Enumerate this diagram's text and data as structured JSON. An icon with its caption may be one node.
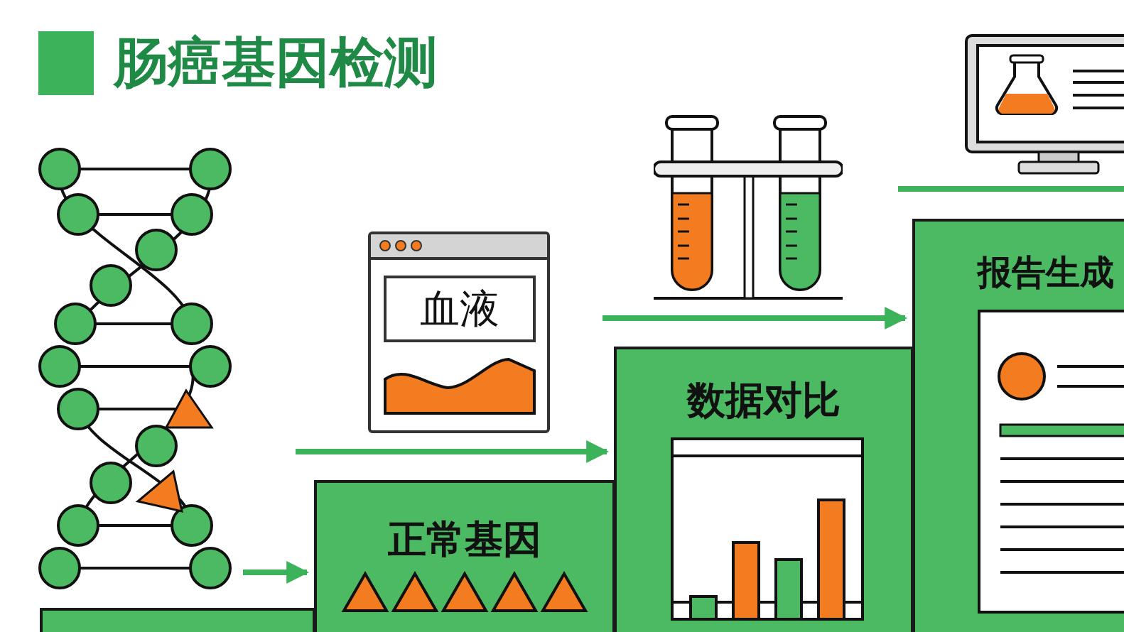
{
  "diagram": {
    "title": "肠癌基因检测",
    "nodes": [
      {
        "text": [],
        "shape": "picture"
      },
      {
        "text": [],
        "shape": "bar"
      },
      {
        "text": [
          "血液"
        ]
      },
      {
        "text": [
          "正常基因"
        ]
      },
      {
        "text": [],
        "shape": "picture"
      },
      {
        "text": [
          "数据对比"
        ]
      },
      {
        "text": [],
        "shape": "picture"
      },
      {
        "text": [
          "报告生成"
        ]
      }
    ],
    "edges": [
      {
        "from": 0,
        "to": 3,
        "arrow": "to"
      },
      {
        "from": null,
        "to": 5,
        "arrow": "to"
      },
      {
        "from": null,
        "to": 7,
        "arrow": "to"
      }
    ]
  }
}
